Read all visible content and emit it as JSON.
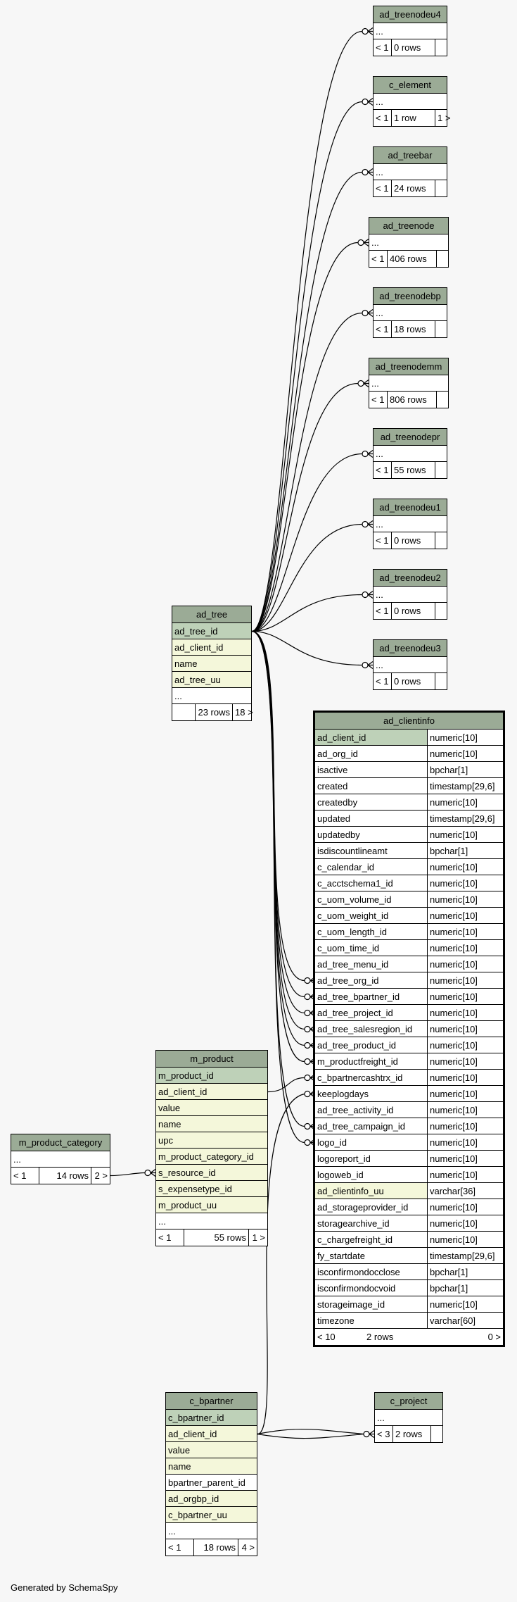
{
  "footer_text": "Generated by SchemaSpy",
  "colors": {
    "header": "#9bab96",
    "primary_key": "#bed1b8",
    "foreign_key": "#f4f7da",
    "background": "#f7f7f7"
  },
  "stub_tables": [
    {
      "id": "ad_treenodeu4",
      "name": "ad_treenodeu4",
      "ellipsis": "...",
      "parents": "< 1",
      "rows": "0 rows",
      "children": ""
    },
    {
      "id": "c_element",
      "name": "c_element",
      "ellipsis": "...",
      "parents": "< 1",
      "rows": "1 row",
      "children": "1 >"
    },
    {
      "id": "ad_treebar",
      "name": "ad_treebar",
      "ellipsis": "...",
      "parents": "< 1",
      "rows": "24 rows",
      "children": ""
    },
    {
      "id": "ad_treenode",
      "name": "ad_treenode",
      "ellipsis": "...",
      "parents": "< 1",
      "rows": "406 rows",
      "children": ""
    },
    {
      "id": "ad_treenodebp",
      "name": "ad_treenodebp",
      "ellipsis": "...",
      "parents": "< 1",
      "rows": "18 rows",
      "children": ""
    },
    {
      "id": "ad_treenodemm",
      "name": "ad_treenodemm",
      "ellipsis": "...",
      "parents": "< 1",
      "rows": "806 rows",
      "children": ""
    },
    {
      "id": "ad_treenodepr",
      "name": "ad_treenodepr",
      "ellipsis": "...",
      "parents": "< 1",
      "rows": "55 rows",
      "children": ""
    },
    {
      "id": "ad_treenodeu1",
      "name": "ad_treenodeu1",
      "ellipsis": "...",
      "parents": "< 1",
      "rows": "0 rows",
      "children": ""
    },
    {
      "id": "ad_treenodeu2",
      "name": "ad_treenodeu2",
      "ellipsis": "...",
      "parents": "< 1",
      "rows": "0 rows",
      "children": ""
    },
    {
      "id": "ad_treenodeu3",
      "name": "ad_treenodeu3",
      "ellipsis": "...",
      "parents": "< 1",
      "rows": "0 rows",
      "children": ""
    },
    {
      "id": "c_project",
      "name": "c_project",
      "ellipsis": "...",
      "parents": "< 3",
      "rows": "2 rows",
      "children": ""
    }
  ],
  "ad_tree": {
    "name": "ad_tree",
    "columns": [
      {
        "name": "ad_tree_id",
        "kind": "pk"
      },
      {
        "name": "ad_client_id",
        "kind": "fk"
      },
      {
        "name": "name",
        "kind": "fk"
      },
      {
        "name": "ad_tree_uu",
        "kind": "fk"
      },
      {
        "name": "...",
        "kind": "plain"
      }
    ],
    "parents": "",
    "rows": "23 rows",
    "children": "18 >"
  },
  "m_product": {
    "name": "m_product",
    "columns": [
      {
        "name": "m_product_id",
        "kind": "pk"
      },
      {
        "name": "ad_client_id",
        "kind": "fk"
      },
      {
        "name": "value",
        "kind": "fk"
      },
      {
        "name": "name",
        "kind": "fk"
      },
      {
        "name": "upc",
        "kind": "fk"
      },
      {
        "name": "m_product_category_id",
        "kind": "fk"
      },
      {
        "name": "s_resource_id",
        "kind": "fk"
      },
      {
        "name": "s_expensetype_id",
        "kind": "fk"
      },
      {
        "name": "m_product_uu",
        "kind": "fk"
      },
      {
        "name": "...",
        "kind": "plain"
      }
    ],
    "parents": "< 1",
    "rows": "55 rows",
    "children": "1 >"
  },
  "m_product_category": {
    "name": "m_product_category",
    "columns": [
      {
        "name": "...",
        "kind": "plain"
      }
    ],
    "parents": "< 1",
    "rows": "14 rows",
    "children": "2 >"
  },
  "c_bpartner": {
    "name": "c_bpartner",
    "columns": [
      {
        "name": "c_bpartner_id",
        "kind": "pk"
      },
      {
        "name": "ad_client_id",
        "kind": "fk"
      },
      {
        "name": "value",
        "kind": "fk"
      },
      {
        "name": "name",
        "kind": "fk"
      },
      {
        "name": "bpartner_parent_id",
        "kind": "plain"
      },
      {
        "name": "ad_orgbp_id",
        "kind": "fk"
      },
      {
        "name": "c_bpartner_uu",
        "kind": "fk"
      },
      {
        "name": "...",
        "kind": "plain"
      }
    ],
    "parents": "< 1",
    "rows": "18 rows",
    "children": "4 >"
  },
  "ad_clientinfo": {
    "name": "ad_clientinfo",
    "columns": [
      {
        "name": "ad_client_id",
        "type": "numeric[10]",
        "kind": "pk"
      },
      {
        "name": "ad_org_id",
        "type": "numeric[10]",
        "kind": "plain"
      },
      {
        "name": "isactive",
        "type": "bpchar[1]",
        "kind": "plain"
      },
      {
        "name": "created",
        "type": "timestamp[29,6]",
        "kind": "plain"
      },
      {
        "name": "createdby",
        "type": "numeric[10]",
        "kind": "plain"
      },
      {
        "name": "updated",
        "type": "timestamp[29,6]",
        "kind": "plain"
      },
      {
        "name": "updatedby",
        "type": "numeric[10]",
        "kind": "plain"
      },
      {
        "name": "isdiscountlineamt",
        "type": "bpchar[1]",
        "kind": "plain"
      },
      {
        "name": "c_calendar_id",
        "type": "numeric[10]",
        "kind": "plain"
      },
      {
        "name": "c_acctschema1_id",
        "type": "numeric[10]",
        "kind": "plain"
      },
      {
        "name": "c_uom_volume_id",
        "type": "numeric[10]",
        "kind": "plain"
      },
      {
        "name": "c_uom_weight_id",
        "type": "numeric[10]",
        "kind": "plain"
      },
      {
        "name": "c_uom_length_id",
        "type": "numeric[10]",
        "kind": "plain"
      },
      {
        "name": "c_uom_time_id",
        "type": "numeric[10]",
        "kind": "plain"
      },
      {
        "name": "ad_tree_menu_id",
        "type": "numeric[10]",
        "kind": "plain"
      },
      {
        "name": "ad_tree_org_id",
        "type": "numeric[10]",
        "kind": "plain"
      },
      {
        "name": "ad_tree_bpartner_id",
        "type": "numeric[10]",
        "kind": "plain"
      },
      {
        "name": "ad_tree_project_id",
        "type": "numeric[10]",
        "kind": "plain"
      },
      {
        "name": "ad_tree_salesregion_id",
        "type": "numeric[10]",
        "kind": "plain"
      },
      {
        "name": "ad_tree_product_id",
        "type": "numeric[10]",
        "kind": "plain"
      },
      {
        "name": "m_productfreight_id",
        "type": "numeric[10]",
        "kind": "plain"
      },
      {
        "name": "c_bpartnercashtrx_id",
        "type": "numeric[10]",
        "kind": "plain"
      },
      {
        "name": "keeplogdays",
        "type": "numeric[10]",
        "kind": "plain"
      },
      {
        "name": "ad_tree_activity_id",
        "type": "numeric[10]",
        "kind": "plain"
      },
      {
        "name": "ad_tree_campaign_id",
        "type": "numeric[10]",
        "kind": "plain"
      },
      {
        "name": "logo_id",
        "type": "numeric[10]",
        "kind": "plain"
      },
      {
        "name": "logoreport_id",
        "type": "numeric[10]",
        "kind": "plain"
      },
      {
        "name": "logoweb_id",
        "type": "numeric[10]",
        "kind": "plain"
      },
      {
        "name": "ad_clientinfo_uu",
        "type": "varchar[36]",
        "kind": "fk"
      },
      {
        "name": "ad_storageprovider_id",
        "type": "numeric[10]",
        "kind": "plain"
      },
      {
        "name": "storagearchive_id",
        "type": "numeric[10]",
        "kind": "plain"
      },
      {
        "name": "c_chargefreight_id",
        "type": "numeric[10]",
        "kind": "plain"
      },
      {
        "name": "fy_startdate",
        "type": "timestamp[29,6]",
        "kind": "plain"
      },
      {
        "name": "isconfirmondocclose",
        "type": "bpchar[1]",
        "kind": "plain"
      },
      {
        "name": "isconfirmondocvoid",
        "type": "bpchar[1]",
        "kind": "plain"
      },
      {
        "name": "storageimage_id",
        "type": "numeric[10]",
        "kind": "plain"
      },
      {
        "name": "timezone",
        "type": "varchar[60]",
        "kind": "plain"
      }
    ],
    "parents": "< 10",
    "rows": "2 rows",
    "children": "0 >"
  }
}
